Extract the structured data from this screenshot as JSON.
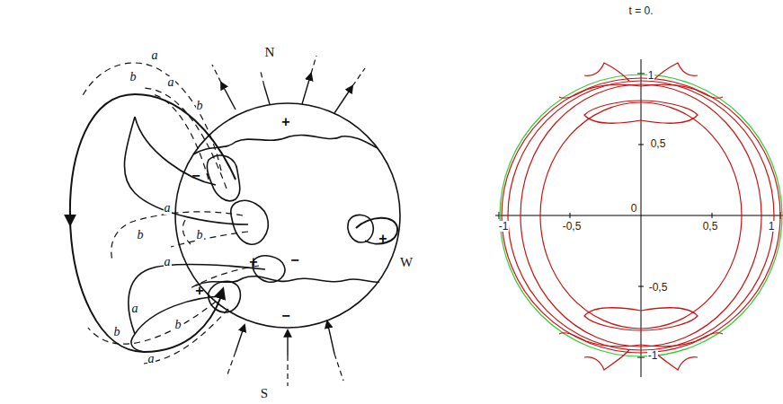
{
  "diagram": {
    "labels": [
      "N",
      "+",
      "−",
      "+",
      "−",
      "+",
      "+",
      "W",
      "−",
      "S",
      "a",
      "b",
      "a",
      "b",
      "a",
      "b",
      "b",
      "a",
      "a",
      "b",
      "b",
      "a",
      "t = 0.",
      "1",
      "0,5",
      "0",
      "-0,5",
      "-1",
      "-1",
      "-0,5",
      "0,5",
      "1"
    ]
  }
}
